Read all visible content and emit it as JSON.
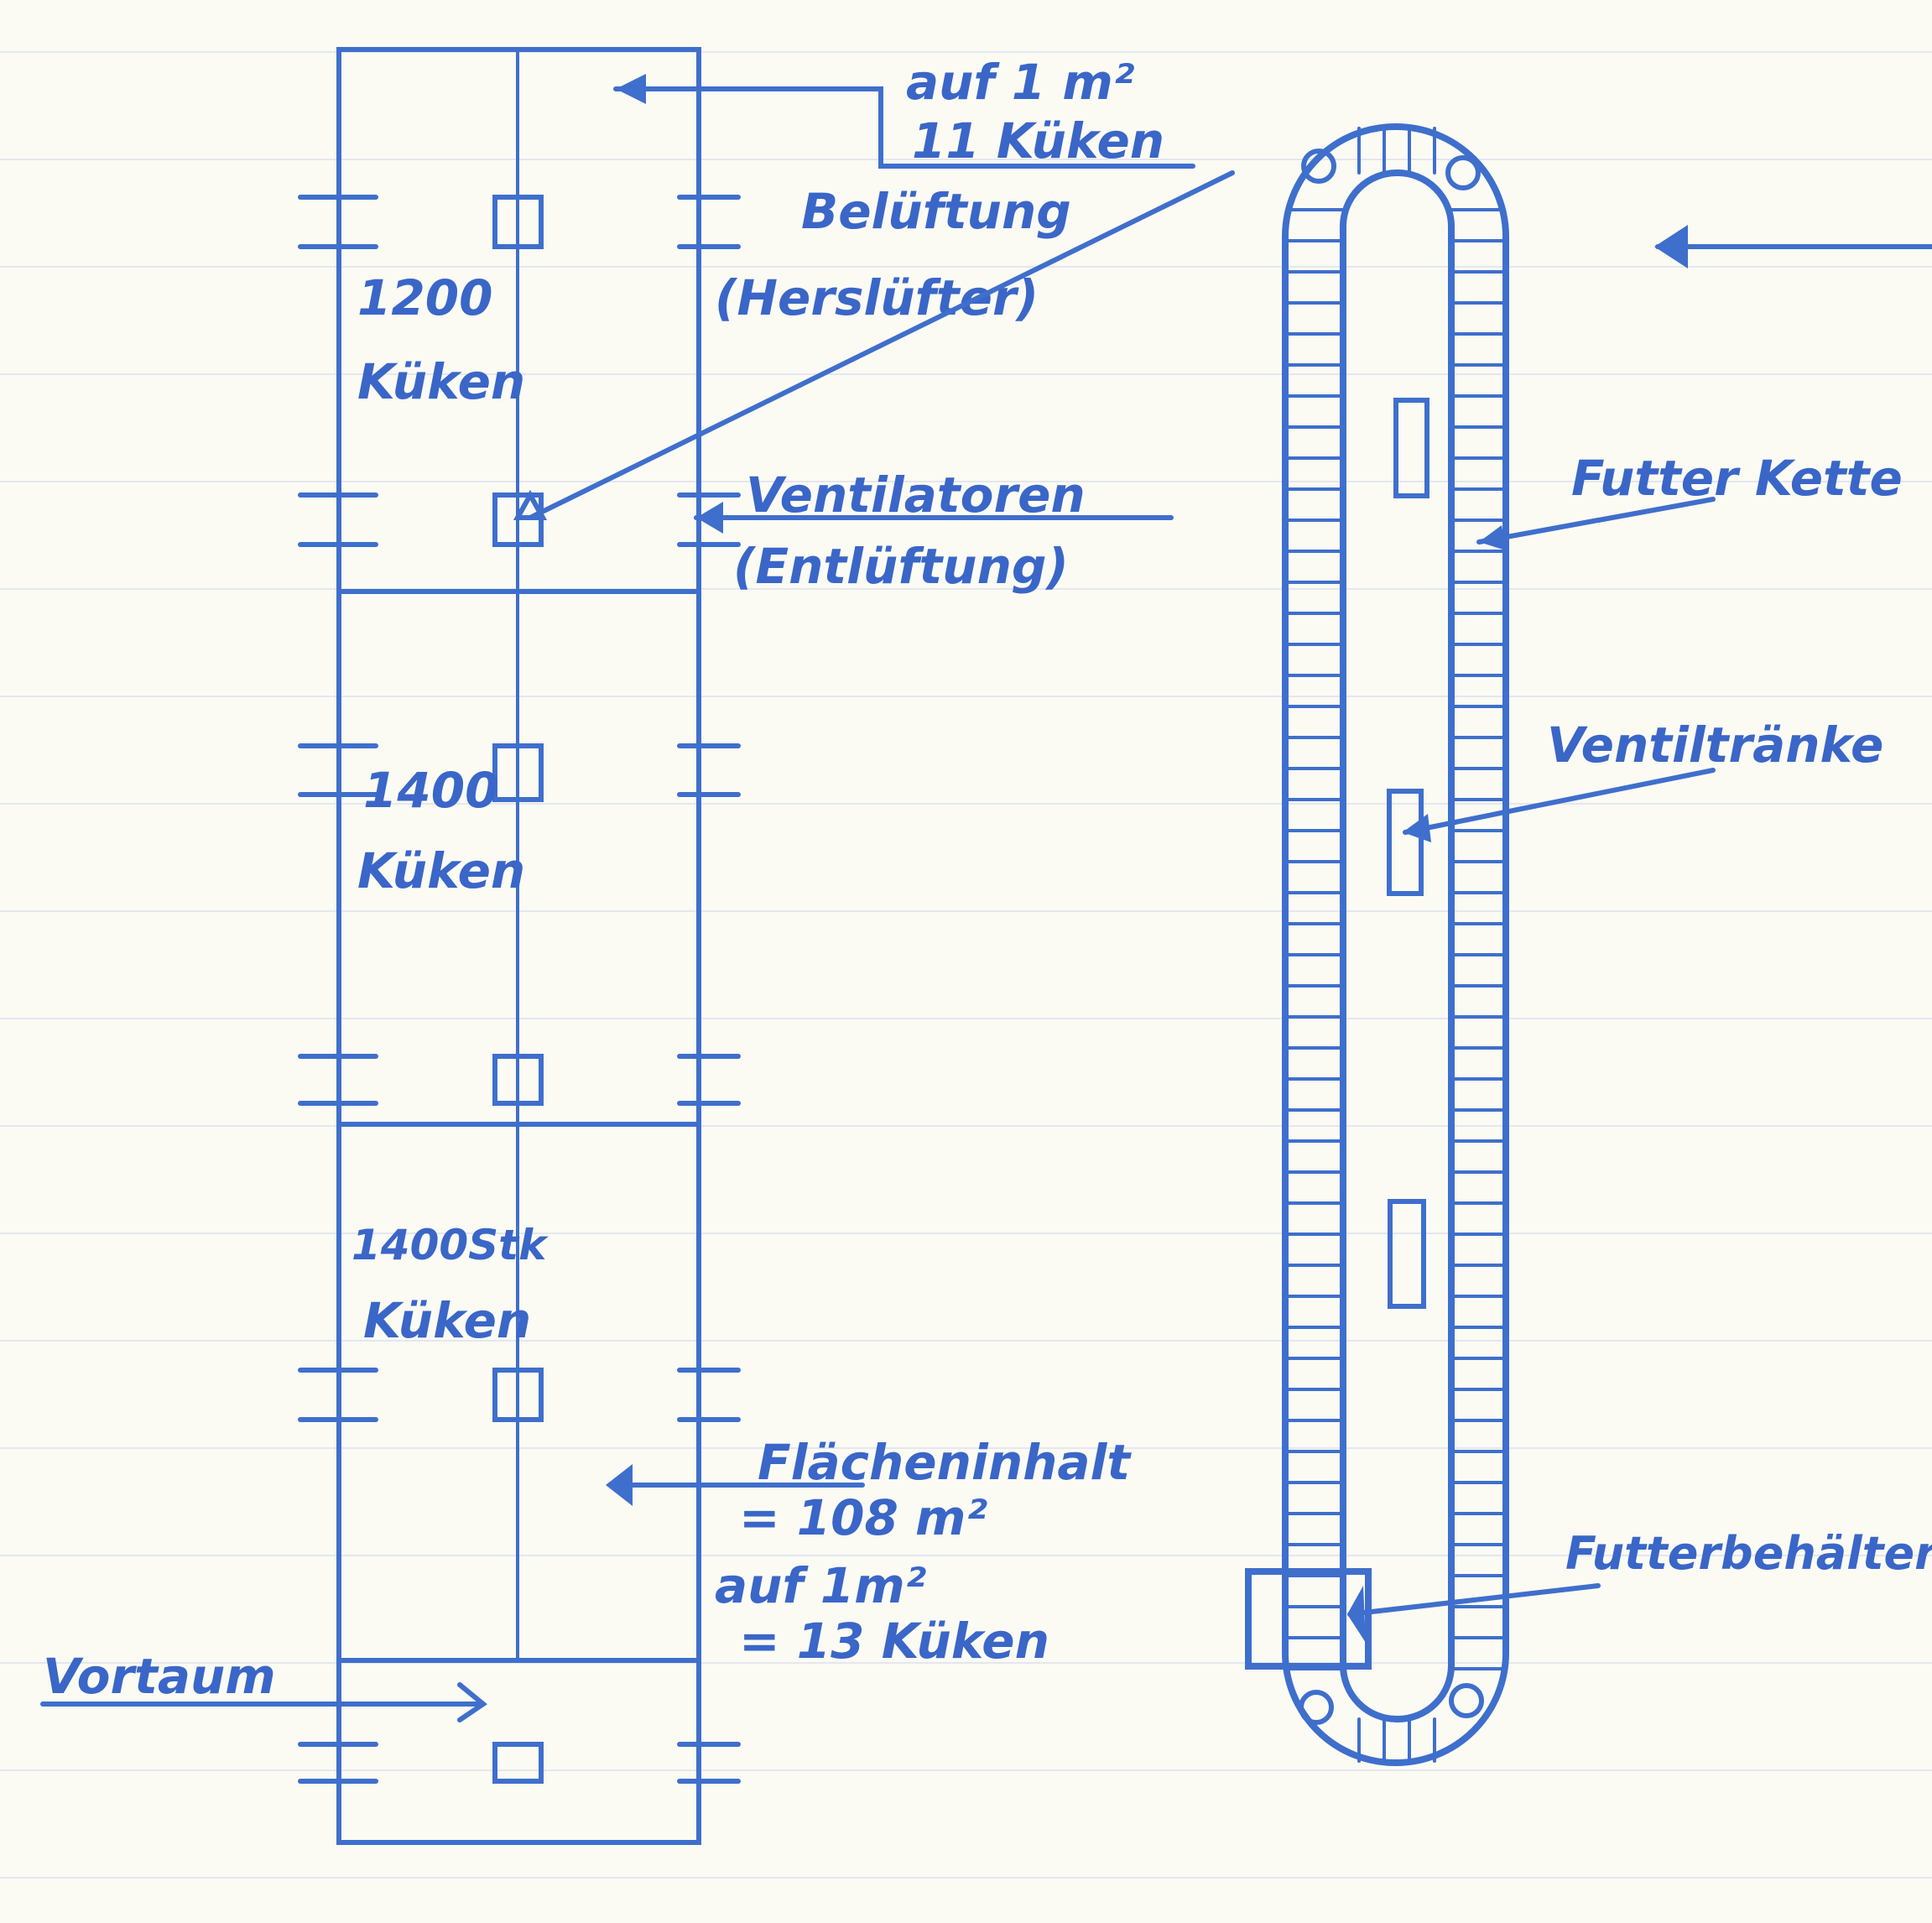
{
  "stable": {
    "sections": [
      {
        "count": "1200",
        "unit": "Küken"
      },
      {
        "count": "1400",
        "unit": "Küken"
      },
      {
        "count": "1400Stk",
        "unit": "Küken"
      }
    ],
    "anteroom": "Vortaum"
  },
  "annotations": {
    "density_top_line1": "auf 1 m²",
    "density_top_line2": "11 Küken",
    "aeration": "Belüftung",
    "aeration_sub": "(Herslüfter)",
    "fans": "Ventilatoren",
    "fans_sub": "(Entlüftung)",
    "area_label": "Flächeninhalt",
    "area_value": "= 108 m²",
    "density_bottom_line1": "auf 1m²",
    "density_bottom_line2": "= 13 Küken"
  },
  "feeder": {
    "chain": "Futter Kette",
    "drinker": "Ventiltränke",
    "container": "Futterbehälter"
  },
  "colors": {
    "ink": "#3f6fcc",
    "paper": "#fbfbf4"
  }
}
